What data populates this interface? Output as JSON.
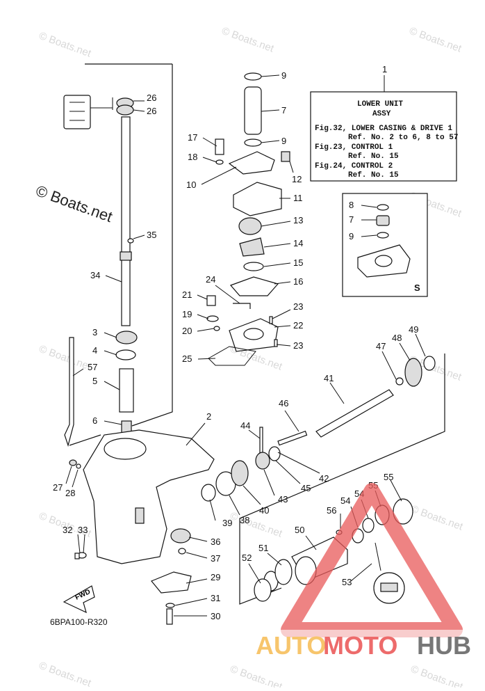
{
  "watermark": {
    "small": "© Boats.net",
    "large": "© Boats.net"
  },
  "info_box": {
    "ref": "1",
    "title": "LOWER UNIT",
    "subtitle": "ASSY",
    "lines": [
      "Fig.32, LOWER CASING & DRIVE 1",
      "Ref. No. 2 to 6, 8 to 57",
      "Fig.23, CONTROL 1",
      "Ref. No. 15",
      "Fig.24, CONTROL 2",
      "Ref. No. 15"
    ]
  },
  "s_box": {
    "label": "S"
  },
  "callouts": {
    "c1": "1",
    "c2": "2",
    "c3": "3",
    "c4": "4",
    "c5": "5",
    "c6": "6",
    "c7": "7",
    "c8": "8",
    "c9": "9",
    "c10": "10",
    "c11": "11",
    "c12": "12",
    "c13": "13",
    "c14": "14",
    "c15": "15",
    "c16": "16",
    "c17": "17",
    "c18": "18",
    "c19": "19",
    "c20": "20",
    "c21": "21",
    "c22": "22",
    "c23": "23",
    "c24": "24",
    "c25": "25",
    "c26": "26",
    "c27": "27",
    "c28": "28",
    "c29": "29",
    "c30": "30",
    "c31": "31",
    "c32": "32",
    "c33": "33",
    "c34": "34",
    "c35": "35",
    "c36": "36",
    "c37": "37",
    "c38": "38",
    "c39": "39",
    "c40": "40",
    "c41": "41",
    "c42": "42",
    "c43": "43",
    "c44": "44",
    "c45": "45",
    "c46": "46",
    "c47": "47",
    "c48": "48",
    "c49": "49",
    "c50": "50",
    "c51": "51",
    "c52": "52",
    "c53": "53",
    "c54": "54",
    "c55": "55",
    "c56": "56",
    "c57": "57"
  },
  "fwd_label": "FWD",
  "diagram_code": "6BPA100-R320",
  "logo": {
    "auto": "AUTO",
    "moto": "MOTO",
    "hub": "HUB",
    "colors": {
      "auto": "#f5b23c",
      "moto": "#e83a3a",
      "hub": "#4a4a4a",
      "triangle": "#e85a5a"
    }
  }
}
